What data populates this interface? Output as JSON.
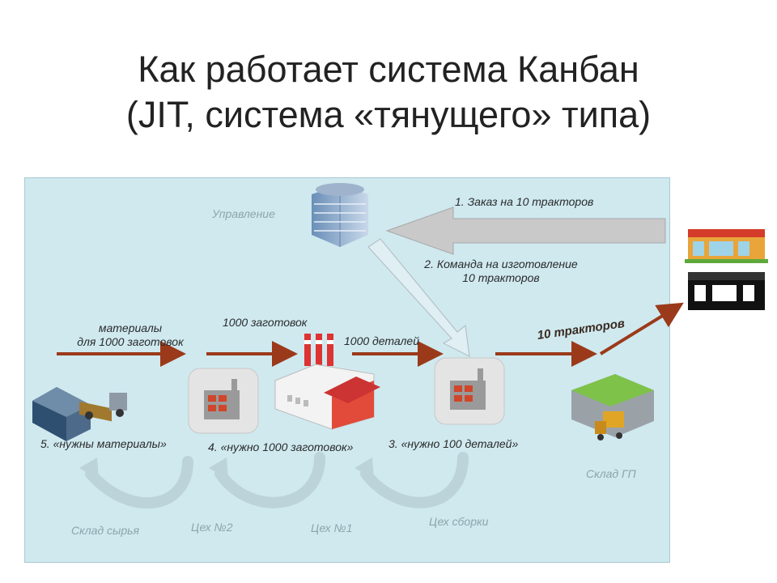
{
  "title": {
    "line1": "Как работает система Канбан",
    "line2": "(JIT, система «тянущего» типа)"
  },
  "labels": {
    "management": "Управление",
    "order": "1. Заказ на 10 тракторов",
    "command_line1": "2. Команда на изготовление",
    "command_line2": "10 тракторов",
    "materials_line1": "материалы",
    "materials_line2": "для 1000 заготовок",
    "blanks": "1000 заготовок",
    "parts": "1000 деталей",
    "tractors": "10 тракторов",
    "need_materials": "5. «нужны материалы»",
    "need_blanks": "4. «нужно 1000 заготовок»",
    "need_parts": "3. «нужно 100 деталей»",
    "warehouse_fg": "Склад ГП",
    "raw_warehouse": "Склад сырья",
    "shop2": "Цех №2",
    "shop1": "Цех №1",
    "assembly_shop": "Цех сборки"
  },
  "icons": {
    "management": "office-building-icon",
    "raw_warehouse": "warehouse-truck-icon",
    "shop2": "factory-small-icon",
    "shop1": "factory-large-icon",
    "assembly": "factory-small-icon",
    "fg_warehouse": "warehouse-forklift-icon",
    "customers": "supermarket-icon"
  },
  "colors": {
    "flow_arrow": "#9b3a1a",
    "feedback_arrow": "#bcd3da",
    "background": "#cfe9ef"
  }
}
